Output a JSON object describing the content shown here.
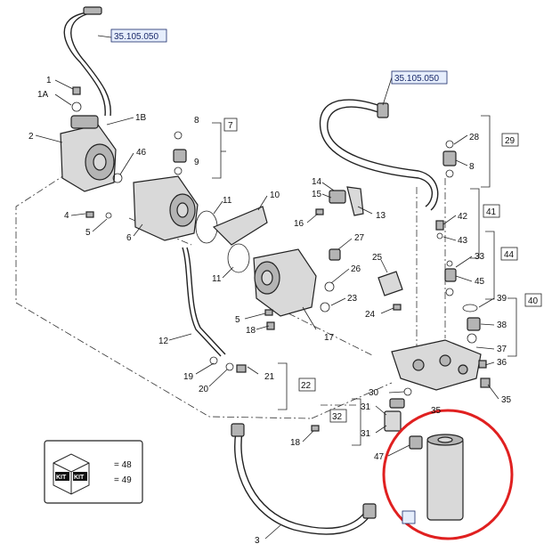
{
  "references": {
    "hose_top_left": "35.105.050",
    "hose_top_right": "35.105.050"
  },
  "labels": {
    "p1": "1",
    "p1A": "1A",
    "p1B": "1B",
    "p2": "2",
    "p3": "3",
    "p4": "4",
    "p5": "5",
    "p5b": "5",
    "p6": "6",
    "p8a": "8",
    "p9": "9",
    "p8b": "8",
    "p10": "10",
    "p11a": "11",
    "p11b": "11",
    "p12": "12",
    "p13": "13",
    "p14": "14",
    "p15": "15",
    "p16": "16",
    "p17": "17",
    "p18a": "18",
    "p18b": "18",
    "p19": "19",
    "p20": "20",
    "p21": "21",
    "p22": "22",
    "p23": "23",
    "p24": "24",
    "p25": "25",
    "p26": "26",
    "p27": "27",
    "p28": "28",
    "p29": "29",
    "p30": "30",
    "p31a": "31",
    "p31b": "31",
    "p32": "32",
    "p33": "33",
    "p35a": "35",
    "p35b": "35",
    "p36": "36",
    "p37": "37",
    "p38": "38",
    "p39": "39",
    "p40": "40",
    "p41": "41",
    "p42": "42",
    "p43": "43",
    "p44": "44",
    "p45": "45",
    "p46": "46",
    "p47": "47",
    "p7": "7"
  },
  "kit_box": {
    "kit_word_1": "KIT",
    "kit_word_2": "KIT",
    "line1": "= 48",
    "line2": "= 49"
  },
  "highlight": {
    "color": "#e02020"
  }
}
